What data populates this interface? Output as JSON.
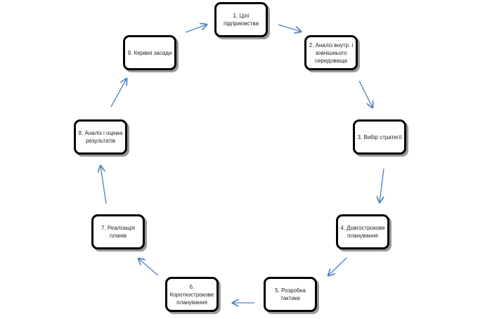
{
  "diagram": {
    "steps": [
      {
        "label": "1. Цілі підприємства"
      },
      {
        "label": "2. Аналіз внутр. і зовнішнього середовища"
      },
      {
        "label": "3. Вибір стратегії"
      },
      {
        "label": "4. Довгострокове планування"
      },
      {
        "label": "5. Розробка тактики"
      },
      {
        "label": "6. Короткострокове планування"
      },
      {
        "label": "7. Реалізація планів"
      },
      {
        "label": "8. Аналіз і оцінка результатів"
      },
      {
        "label": "9. Керівні засади"
      }
    ],
    "arrow_color": "#4f81bd"
  }
}
